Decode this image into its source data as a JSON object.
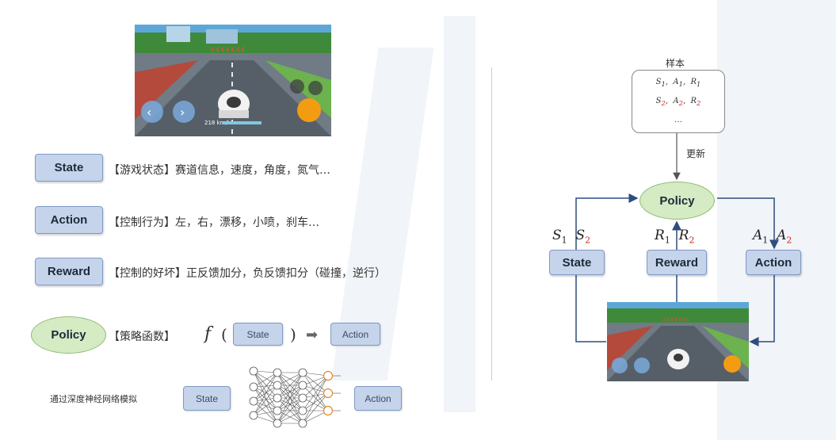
{
  "left": {
    "game_screenshot": {
      "alt": "racing-game-screenshot",
      "speed_readout": "218 km/h"
    },
    "rows": [
      {
        "term": "State",
        "desc": "【游戏状态】赛道信息，速度，角度，氮气…"
      },
      {
        "term": "Action",
        "desc": "【控制行为】左，右，漂移，小喷，刹车…"
      },
      {
        "term": "Reward",
        "desc": "【控制的好坏】正反馈加分，负反馈扣分（碰撞，逆行）"
      }
    ],
    "policy": {
      "term": "Policy",
      "desc": "【策略函数】",
      "func": "f",
      "paren_open": "(",
      "paren_close": ")",
      "arrow": "➡",
      "input_box": "State",
      "output_box": "Action"
    },
    "nn": {
      "caption": "通过深度神经网络模拟",
      "input_box": "State",
      "output_box": "Action"
    }
  },
  "right": {
    "sample": {
      "title": "样本",
      "row1": [
        "S",
        "1",
        "A",
        "1",
        "R",
        "1"
      ],
      "row2": [
        "S",
        "2",
        "A",
        "2",
        "R",
        "2"
      ],
      "ellipsis": "…"
    },
    "update_label": "更新",
    "policy": "Policy",
    "state": "State",
    "reward": "Reward",
    "action": "Action",
    "state_vars": {
      "a": "S",
      "a_sub": "1",
      "b": "S",
      "b_sub": "2"
    },
    "reward_vars": {
      "a": "R",
      "a_sub": "1",
      "b": "R",
      "b_sub": "2"
    },
    "action_vars": {
      "a": "A",
      "a_sub": "1",
      "b": "A",
      "b_sub": "2"
    }
  },
  "colors": {
    "box_fill": "#c5d4ea",
    "box_border": "#7d99c6",
    "policy_fill": "#d5ebc4",
    "arrow": "#2f4d7e",
    "subscript_red": "#d21f1f"
  }
}
